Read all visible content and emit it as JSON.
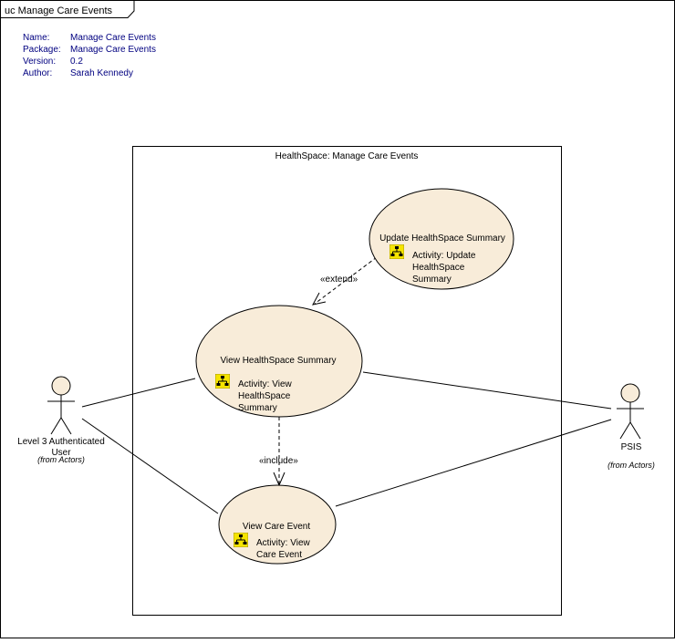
{
  "diagram": {
    "frame_title": "uc Manage Care Events",
    "metadata": [
      {
        "key": "Name:",
        "value": "Manage Care Events"
      },
      {
        "key": "Package:",
        "value": "Manage Care Events"
      },
      {
        "key": "Version:",
        "value": "0.2"
      },
      {
        "key": "Author:",
        "value": "Sarah Kennedy"
      }
    ],
    "boundary_title": "HealthSpace: Manage Care Events",
    "actors": {
      "user": {
        "name_line1": "Level 3 Authenticated",
        "name_line2": "User",
        "from": "(from Actors)"
      },
      "psis": {
        "name": "PSIS",
        "from": "(from Actors)"
      }
    },
    "use_cases": {
      "update": {
        "title": "Update HealthSpace Summary",
        "activity": [
          "Activity: Update",
          "HealthSpace",
          "Summary"
        ]
      },
      "view_summary": {
        "title": "View HealthSpace Summary",
        "activity": [
          "Activity: View",
          "HealthSpace",
          "Summary"
        ]
      },
      "view_event": {
        "title": "View Care Event",
        "activity": [
          "Activity: View",
          "Care Event"
        ]
      }
    },
    "relations": {
      "extend": "«extend»",
      "include": "«include»"
    },
    "colors": {
      "use_case_fill": "#f8ecd9",
      "actor_fill": "#f8ecd9",
      "metadata_text": "#000080",
      "line": "#000000"
    }
  }
}
